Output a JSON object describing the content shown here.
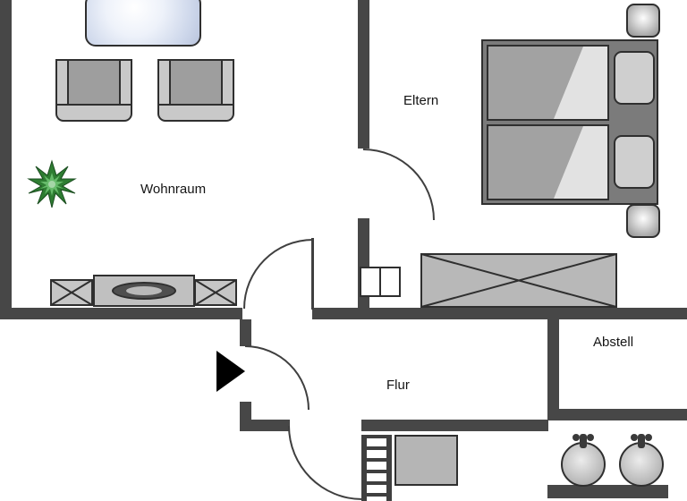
{
  "rooms": {
    "wohnraum": {
      "label": "Wohnraum"
    },
    "eltern": {
      "label": "Eltern"
    },
    "flur": {
      "label": "Flur"
    },
    "abstell": {
      "label": "Abstell"
    }
  },
  "icons": {
    "entrance_arrow": "right-triangle",
    "plant": "star-leaf-plant",
    "wardrobe_cross": "x-cross",
    "sink_tap": "faucet"
  },
  "colors": {
    "wall": "#474747",
    "outline": "#2f2f2f",
    "furniture_light": "#c9c9c9",
    "furniture_mid": "#a2a2a2",
    "furniture_dark": "#7b7b7b",
    "table_blue": "#c9d3e8",
    "plant_green": "#2e7d32",
    "background": "#ffffff"
  }
}
